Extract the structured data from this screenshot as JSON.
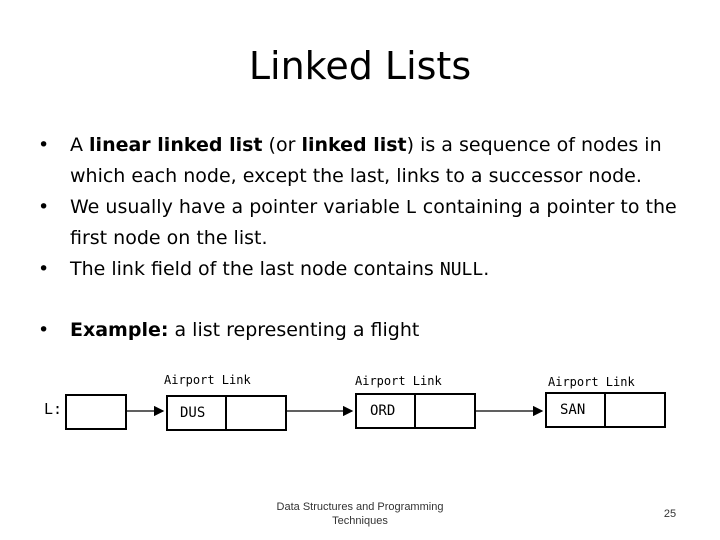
{
  "slide": {
    "title": "Linked Lists",
    "bullets": [
      {
        "symbol": "•",
        "parts": [
          {
            "text": "A "
          },
          {
            "text": "linear linked list",
            "bold": true
          },
          {
            "text": " (or "
          },
          {
            "text": "linked list",
            "bold": true
          },
          {
            "text": ") is a sequence of nodes in which each node, except the last, links to a successor node."
          }
        ]
      },
      {
        "symbol": "•",
        "parts": [
          {
            "text": "We usually have a pointer variable "
          },
          {
            "text": "L",
            "mono": true
          },
          {
            "text": " containing a pointer to the first node on the list."
          }
        ]
      },
      {
        "symbol": "•",
        "parts": [
          {
            "text": "The link field of the last node contains "
          },
          {
            "text": "NULL",
            "mono": true
          },
          {
            "text": "."
          }
        ]
      },
      {
        "symbol": "•",
        "gap": true,
        "parts": [
          {
            "text": "Example:",
            "bold": true
          },
          {
            "text": " a list representing a flight"
          }
        ]
      }
    ],
    "diagram": {
      "pointer_label": "L:",
      "nodes": [
        {
          "field_labels": "Airport Link",
          "airport": "DUS"
        },
        {
          "field_labels": "Airport Link",
          "airport": "ORD"
        },
        {
          "field_labels": "Airport Link",
          "airport": "SAN"
        }
      ]
    },
    "footer": "Data Structures and Programming Techniques",
    "page_number": "25"
  }
}
